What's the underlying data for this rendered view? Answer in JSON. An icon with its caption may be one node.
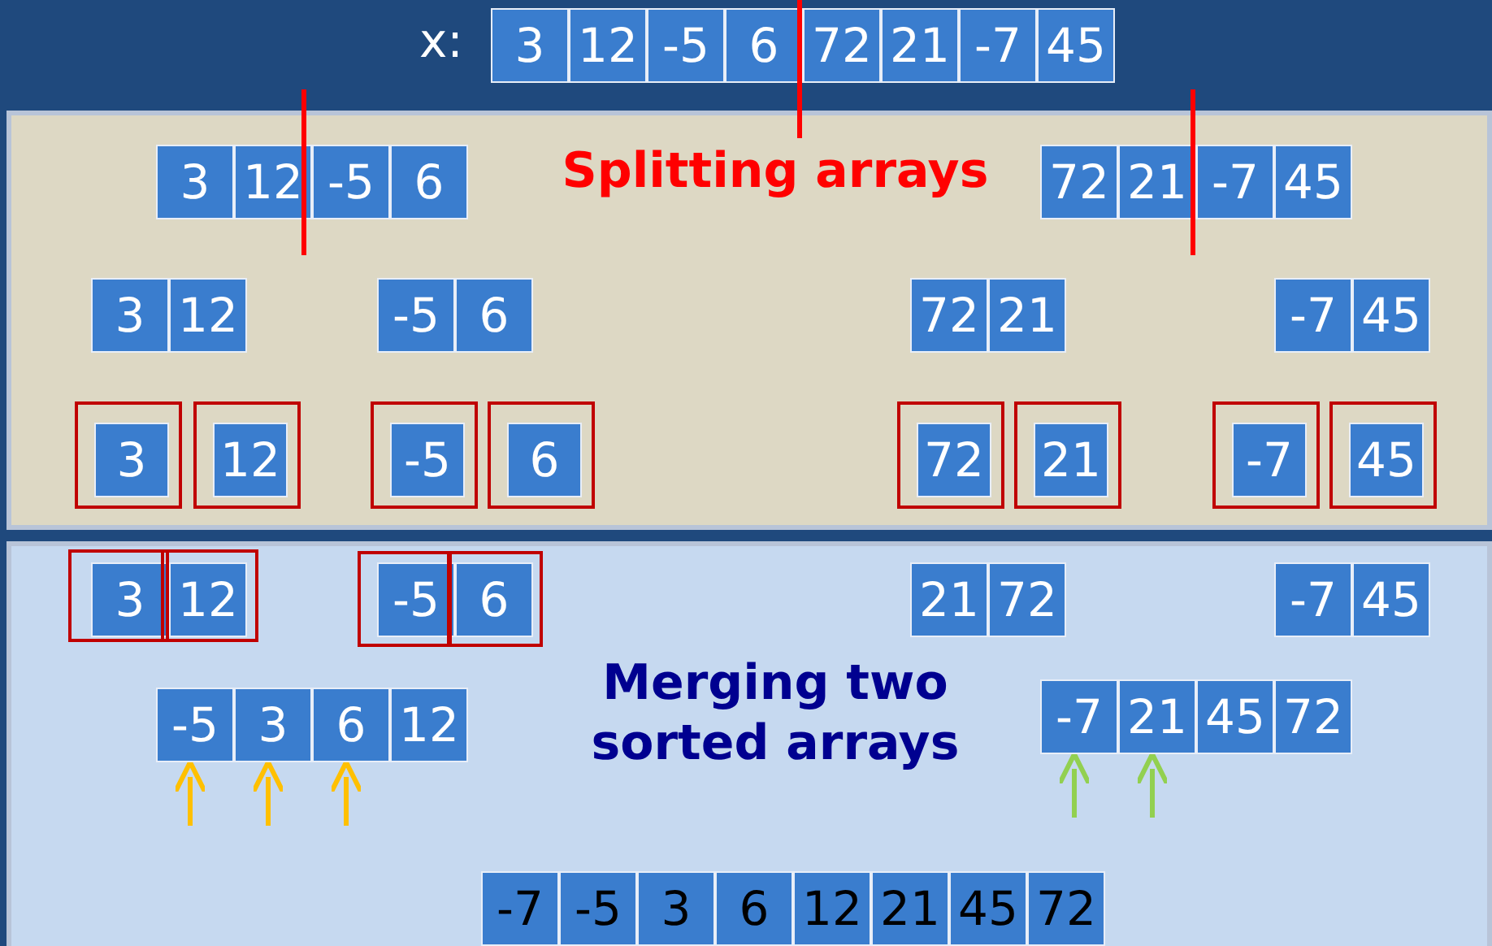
{
  "diagram": {
    "nodes": [
      {
        "text": [
          "Splitting arrays"
        ]
      },
      {
        "text": [
          "Merging two sorted arrays"
        ]
      },
      {
        "text": [
          "3"
        ]
      },
      {
        "text": [
          "12"
        ]
      },
      {
        "text": [
          "-5"
        ]
      },
      {
        "text": [
          "6"
        ]
      },
      {
        "text": [
          "72"
        ]
      },
      {
        "text": [
          "21"
        ]
      },
      {
        "text": [
          "-7"
        ]
      },
      {
        "text": [
          "45"
        ]
      },
      {
        "text": [
          "3"
        ],
        "in": 0
      },
      {
        "text": [
          "12"
        ],
        "in": 0
      },
      {
        "text": [
          "-5"
        ],
        "in": 0
      },
      {
        "text": [
          "6"
        ],
        "in": 0
      },
      {
        "text": [
          "72"
        ],
        "in": 0
      },
      {
        "text": [
          "21"
        ],
        "in": 0
      },
      {
        "text": [
          "-7"
        ],
        "in": 0
      },
      {
        "text": [
          "45"
        ],
        "in": 0
      },
      {
        "text": [
          "3"
        ],
        "in": 0
      },
      {
        "text": [
          "12"
        ],
        "in": 0
      },
      {
        "text": [
          "-5"
        ],
        "in": 0
      },
      {
        "text": [
          "6"
        ],
        "in": 0
      },
      {
        "text": [
          "72"
        ],
        "in": 0
      },
      {
        "text": [
          "21"
        ],
        "in": 0
      },
      {
        "text": [
          "-7"
        ],
        "in": 0
      },
      {
        "text": [
          "45"
        ],
        "in": 0
      },
      {
        "text": [],
        "shape": "box",
        "in": 0
      },
      {
        "text": [
          "3"
        ],
        "in": 26
      },
      {
        "text": [],
        "shape": "box",
        "in": 0
      },
      {
        "text": [
          "12"
        ],
        "in": 28
      },
      {
        "text": [],
        "shape": "box",
        "in": 0
      },
      {
        "text": [
          "-5"
        ],
        "in": 30
      },
      {
        "text": [],
        "shape": "box",
        "in": 0
      },
      {
        "text": [
          "6"
        ],
        "in": 32
      },
      {
        "text": [],
        "shape": "box",
        "in": 0
      },
      {
        "text": [
          "72"
        ],
        "in": 34
      },
      {
        "text": [],
        "shape": "box",
        "in": 0
      },
      {
        "text": [
          "21"
        ],
        "in": 36
      },
      {
        "text": [],
        "shape": "box",
        "in": 0
      },
      {
        "text": [
          "-7"
        ],
        "in": 38
      },
      {
        "text": [],
        "shape": "box",
        "in": 0
      },
      {
        "text": [
          "45"
        ],
        "in": 40
      },
      {
        "text": [
          "3"
        ],
        "in": 1
      },
      {
        "text": [
          "12"
        ],
        "in": 1
      },
      {
        "text": [
          "-5"
        ],
        "in": 1
      },
      {
        "text": [
          "6"
        ],
        "in": 1
      },
      {
        "text": [
          "21"
        ],
        "in": 1
      },
      {
        "text": [
          "72"
        ],
        "in": 1
      },
      {
        "text": [
          "-7"
        ],
        "in": 1
      },
      {
        "text": [
          "45"
        ],
        "in": 1
      },
      {
        "text": [
          "-5"
        ],
        "in": 1
      },
      {
        "text": [
          "3"
        ],
        "in": 1
      },
      {
        "text": [
          "6"
        ],
        "in": 1
      },
      {
        "text": [
          "12"
        ],
        "in": 1
      },
      {
        "text": [
          "-7"
        ],
        "in": 1
      },
      {
        "text": [
          "21"
        ],
        "in": 1
      },
      {
        "text": [
          "45"
        ],
        "in": 1
      },
      {
        "text": [
          "72"
        ],
        "in": 1
      },
      {
        "text": [
          "-7"
        ],
        "in": 1
      },
      {
        "text": [
          "-5"
        ],
        "in": 1
      },
      {
        "text": [
          "3"
        ],
        "in": 1
      },
      {
        "text": [
          "6"
        ],
        "in": 1
      },
      {
        "text": [
          "12"
        ],
        "in": 1
      },
      {
        "text": [
          "21"
        ],
        "in": 1
      },
      {
        "text": [
          "45"
        ],
        "in": 1
      },
      {
        "text": [
          "72"
        ],
        "in": 1
      }
    ],
    "edges": [
      {
        "from": null,
        "to": 50,
        "arrow": "to",
        "color": "#ffc000"
      },
      {
        "from": null,
        "to": 51,
        "arrow": "to",
        "color": "#ffc000"
      },
      {
        "from": null,
        "to": 52,
        "arrow": "to",
        "color": "#ffc000"
      },
      {
        "from": null,
        "to": 54,
        "arrow": "to",
        "color": "#92d050"
      },
      {
        "from": null,
        "to": 55,
        "arrow": "to",
        "color": "#92d050"
      }
    ],
    "labels": [
      "x:"
    ]
  }
}
